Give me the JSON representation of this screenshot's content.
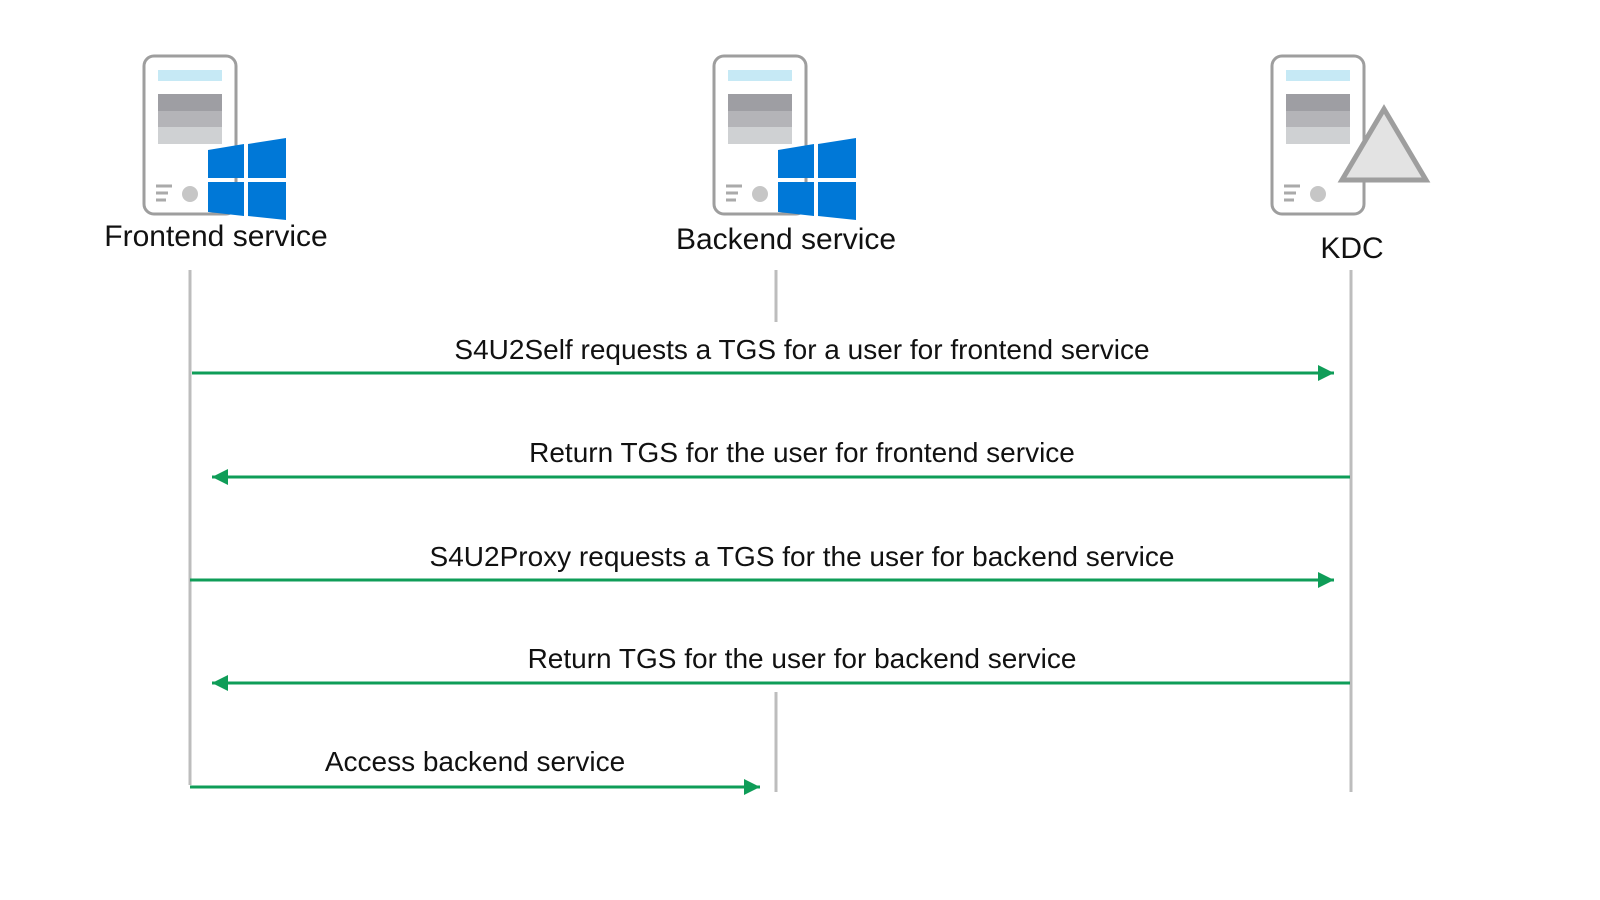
{
  "actors": [
    {
      "id": "frontend",
      "label": "Frontend service",
      "icon": "windows-logo-icon"
    },
    {
      "id": "backend",
      "label": "Backend service",
      "icon": "windows-logo-icon"
    },
    {
      "id": "kdc",
      "label": "KDC",
      "icon": "triangle-icon"
    }
  ],
  "messages": [
    {
      "label": "S4U2Self requests a TGS for a user for frontend service",
      "from": "frontend",
      "to": "kdc"
    },
    {
      "label": "Return TGS for the user for frontend service",
      "from": "kdc",
      "to": "frontend"
    },
    {
      "label": "S4U2Proxy requests a TGS for the user for backend service",
      "from": "frontend",
      "to": "kdc"
    },
    {
      "label": "Return TGS for the user for backend service",
      "from": "kdc",
      "to": "frontend"
    },
    {
      "label": "Access backend service",
      "from": "frontend",
      "to": "backend"
    }
  ],
  "colors": {
    "arrow": "#0f9d58",
    "lifeline": "#bdbdbd",
    "windows": "#0078d7",
    "server_outline": "#9e9e9e",
    "server_stripe": "#c6e9f5",
    "server_dark": "#9e9ea3",
    "server_mid": "#b4b4b8",
    "server_light": "#cfd1d3"
  }
}
